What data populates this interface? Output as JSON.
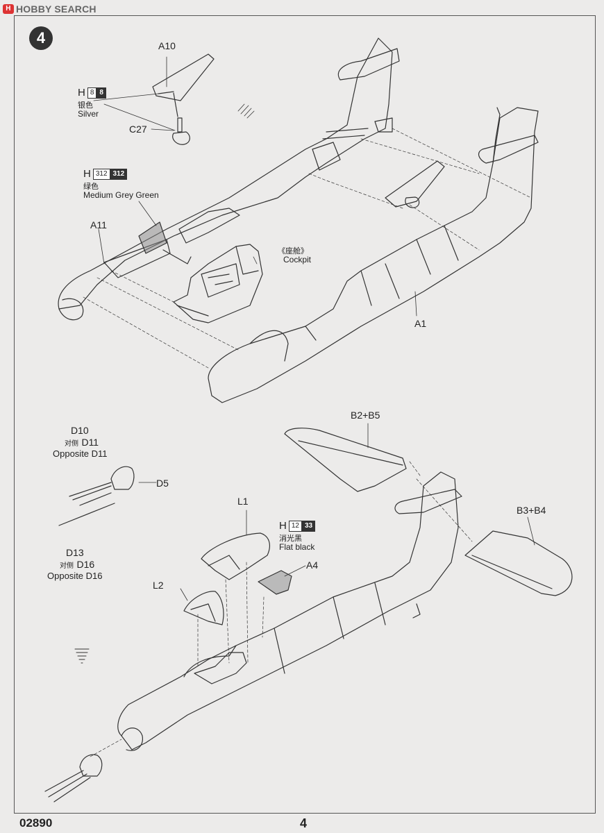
{
  "watermark": {
    "logo": "H",
    "text": "HOBBY SEARCH"
  },
  "step_number": "4",
  "paint_callouts": [
    {
      "id": "silver",
      "code_letter": "H",
      "code_a": "8",
      "code_b": "8",
      "cn": "银色",
      "en": "Silver"
    },
    {
      "id": "mgg",
      "code_letter": "H",
      "code_a": "312",
      "code_b": "312",
      "cn": "绿色",
      "en": "Medium Grey Green"
    },
    {
      "id": "flat",
      "code_letter": "H",
      "code_a": "12",
      "code_b": "33",
      "cn": "消光黑",
      "en": "Flat black"
    }
  ],
  "part_labels": {
    "a10": "A10",
    "c27": "C27",
    "a11": "A11",
    "a1": "A1",
    "b2b5": "B2+B5",
    "b3b4": "B3+B4",
    "d5": "D5",
    "l1": "L1",
    "l2": "L2",
    "a4": "A4"
  },
  "cockpit": {
    "cn": "《座舱》",
    "en": "Cockpit"
  },
  "d10_group": {
    "line1": "D10",
    "cn": "对侧",
    "line2": "D11",
    "line3": "Opposite D11"
  },
  "d13_group": {
    "line1": "D13",
    "cn": "对侧",
    "line2": "D16",
    "line3": "Opposite D16"
  },
  "footer": {
    "code": "02890",
    "page": "4"
  }
}
